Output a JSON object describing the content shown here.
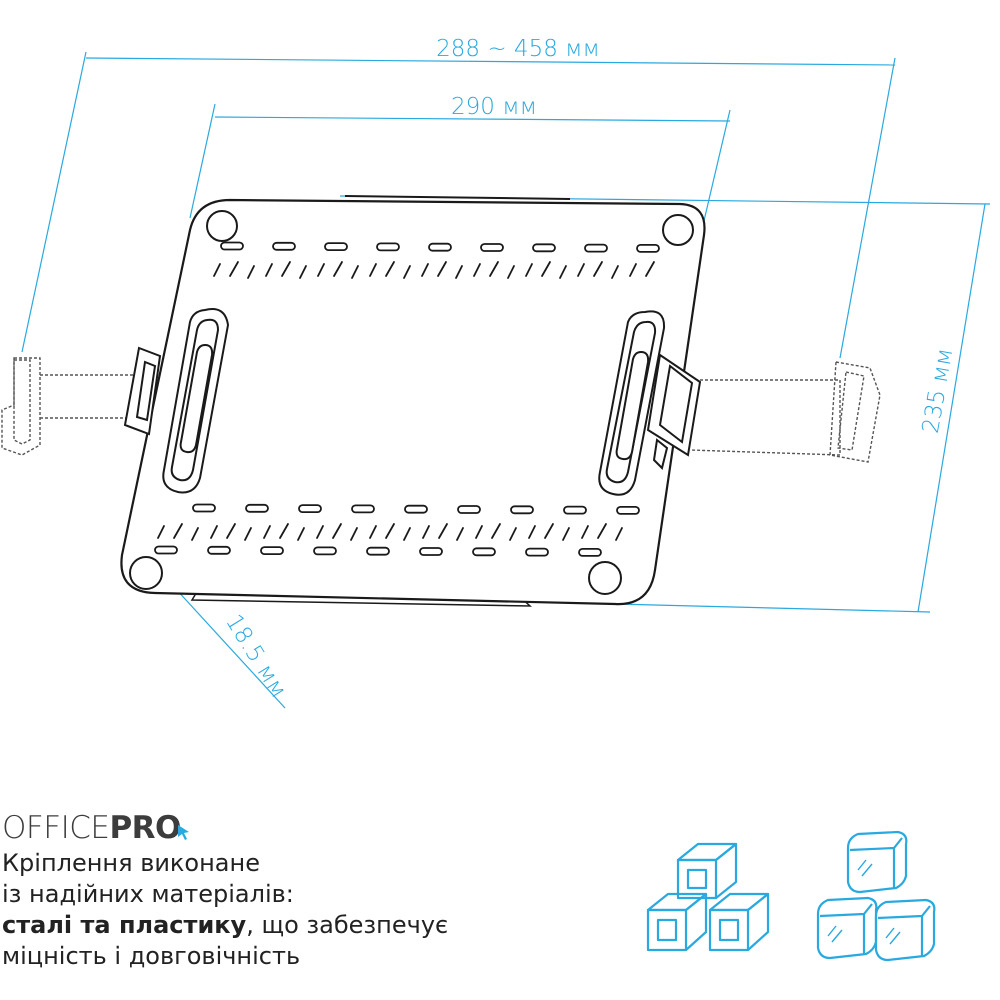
{
  "dimensions": {
    "width_range": "288 ~ 458 мм",
    "plate_width": "290 мм",
    "height": "235 мм",
    "thickness": "18.5 мм"
  },
  "brand": {
    "light": "OFFICE",
    "bold": "PRO"
  },
  "description": {
    "line1": "Кріплення виконане",
    "line2": "із надійних матеріалів:",
    "line3_bold": "сталі та пластику",
    "line3_rest": ", що забезпечує",
    "line4": "міцність і довговічність"
  },
  "icons": {
    "left": "metal-cubes-icon",
    "right": "plastic-cubes-icon"
  },
  "colors": {
    "accent": "#29a9e0",
    "line": "#1a1a1a",
    "text": "#222222"
  }
}
